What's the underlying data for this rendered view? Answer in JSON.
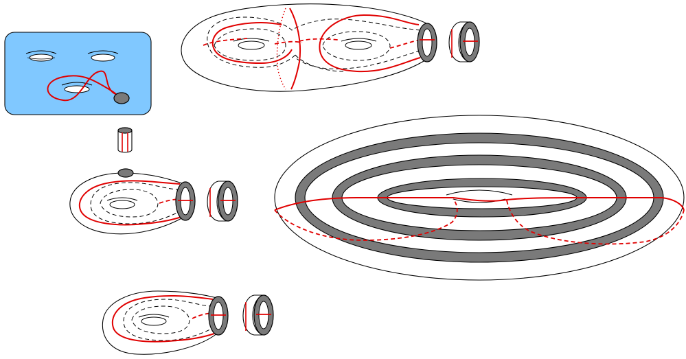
{
  "colors": {
    "surface_line": "#000000",
    "curve": "#e00000",
    "annulus_fill": "#7a7a7a",
    "surface_box_fill": "#80c8ff",
    "background": "#ffffff"
  },
  "panels": [
    {
      "name": "genus-three-surface-with-disk"
    },
    {
      "name": "small-cylinder"
    },
    {
      "name": "genus-two-surface-with-boundary-annulus"
    },
    {
      "name": "genus-one-surface-with-disk-and-annulus"
    },
    {
      "name": "genus-one-surface-with-annulus"
    },
    {
      "name": "nested-annuli-torus"
    }
  ]
}
